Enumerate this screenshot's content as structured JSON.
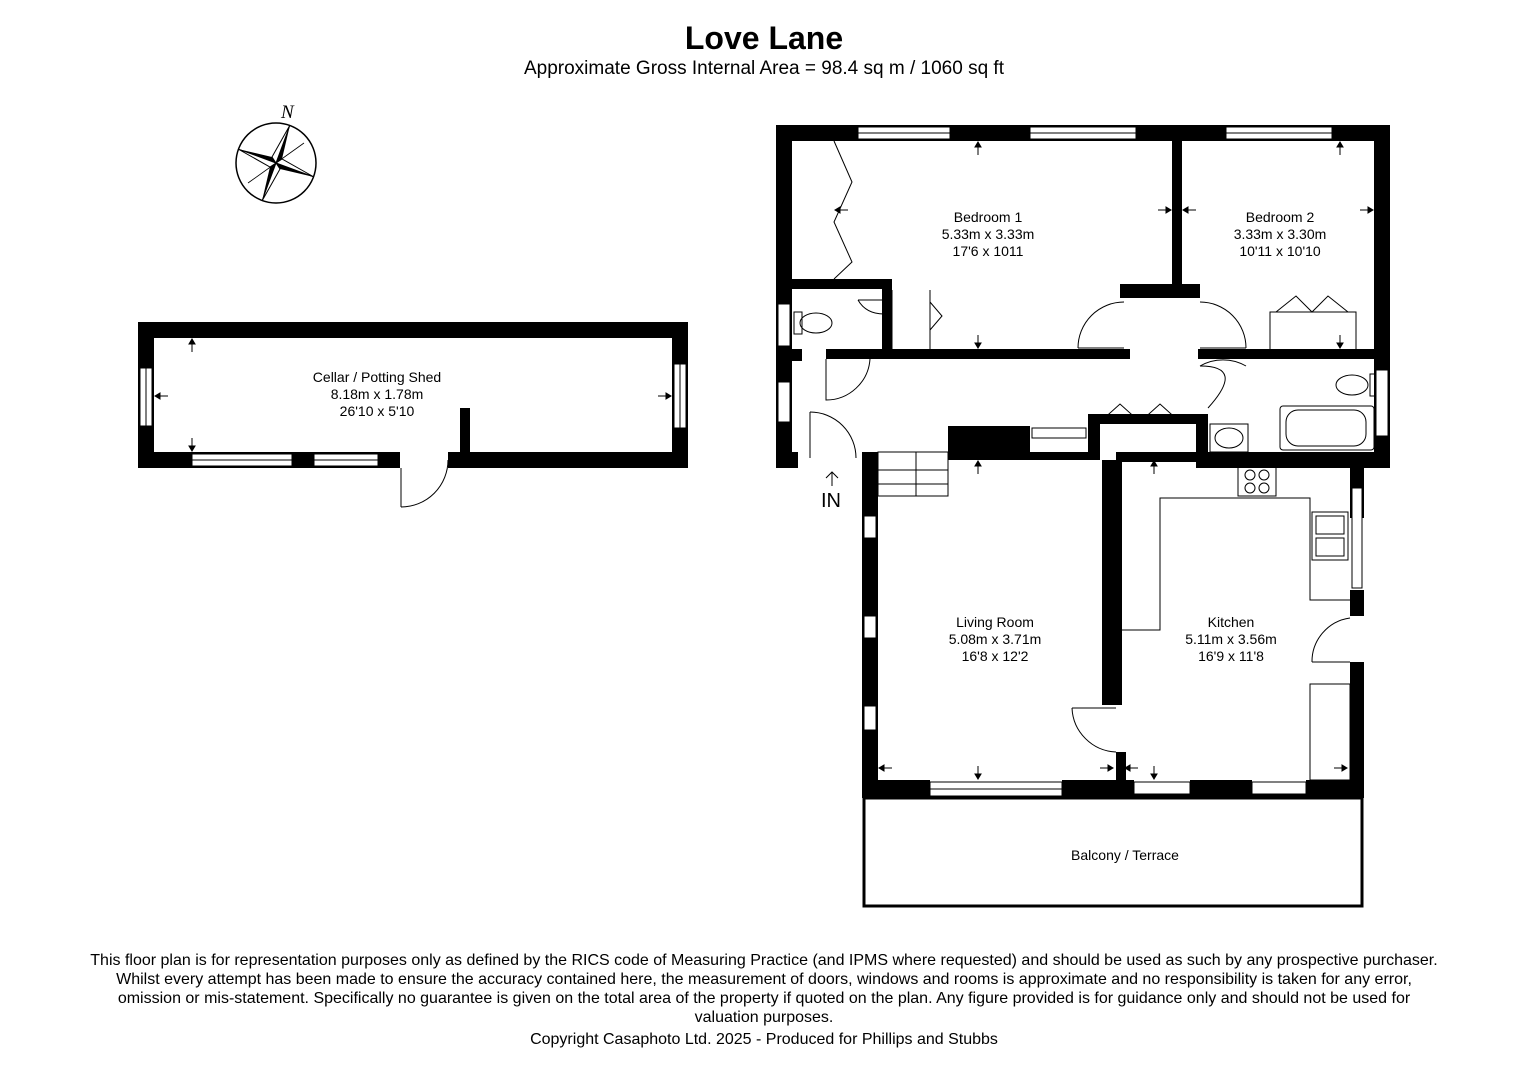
{
  "header": {
    "title": "Love Lane",
    "subtitle": "Approximate Gross Internal Area = 98.4 sq m / 1060 sq ft"
  },
  "compass": {
    "label": "N"
  },
  "entrance": {
    "label": "IN"
  },
  "rooms": {
    "bedroom1": {
      "name": "Bedroom 1",
      "metric": "5.33m x 3.33m",
      "imperial": "17'6 x 1011"
    },
    "bedroom2": {
      "name": "Bedroom 2",
      "metric": "3.33m x 3.30m",
      "imperial": "10'11 x 10'10"
    },
    "cellar": {
      "name": "Cellar / Potting Shed",
      "metric": "8.18m x 1.78m",
      "imperial": "26'10 x 5'10"
    },
    "living": {
      "name": "Living Room",
      "metric": "5.08m x 3.71m",
      "imperial": "16'8 x 12'2"
    },
    "kitchen": {
      "name": "Kitchen",
      "metric": "5.11m x 3.56m",
      "imperial": "16'9 x 11'8"
    },
    "balcony": {
      "name": "Balcony / Terrace"
    }
  },
  "footer": {
    "disclaimer": "This floor plan is for representation purposes only as defined by the RICS code of Measuring Practice (and IPMS where requested) and should be used as such by any prospective purchaser. Whilst every attempt has been made to ensure the accuracy contained here, the measurement of doors, windows and rooms is approximate and no responsibility is taken for any error, omission or mis-statement. Specifically no guarantee is given on the total area of the property if quoted on the plan. Any figure provided is for guidance only and should not be used for valuation purposes.",
    "copyright": "Copyright Casaphoto Ltd. 2025 - Produced for Phillips and Stubbs"
  },
  "colors": {
    "wall": "#000000",
    "window": "#ffffff",
    "background": "#ffffff"
  }
}
